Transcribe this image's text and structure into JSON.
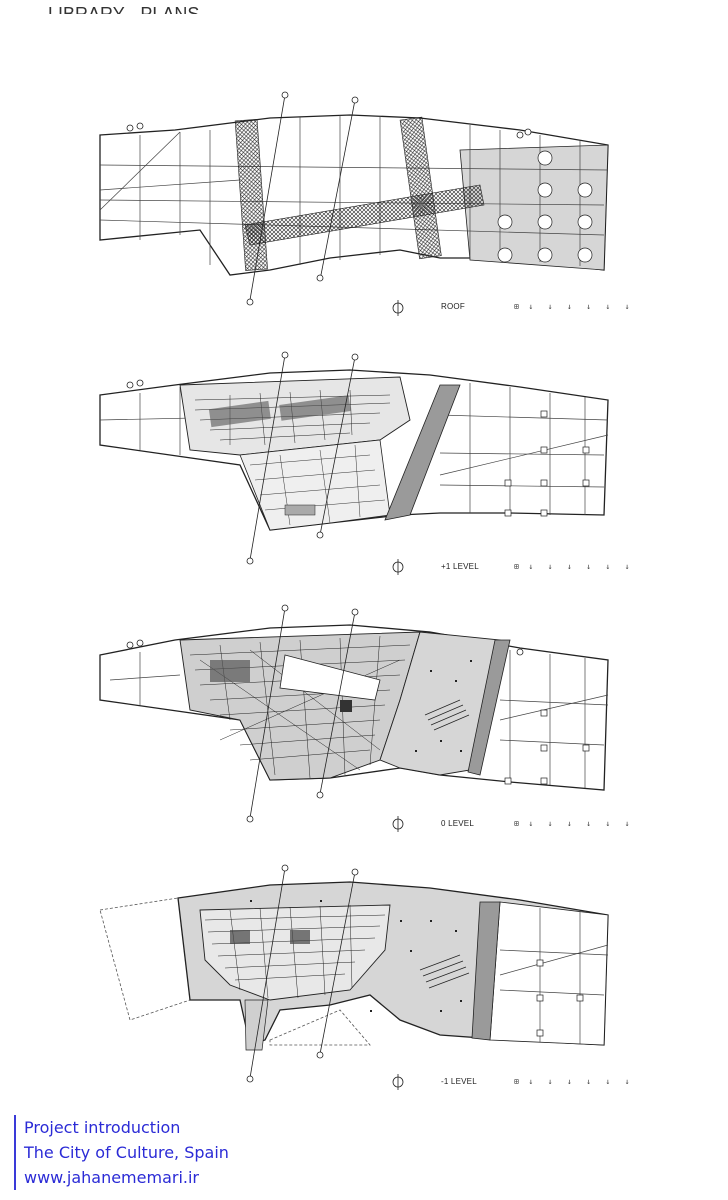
{
  "header": {
    "cut_title": "LIBRARY · PLANS"
  },
  "plans": [
    {
      "label": "ROOF"
    },
    {
      "label": "+1 LEVEL"
    },
    {
      "label": "0 LEVEL"
    },
    {
      "label": "-1 LEVEL"
    }
  ],
  "caption": {
    "line1": "Project introduction",
    "line2": "The City of Culture, Spain",
    "line3": "www.jahanememari.ir"
  },
  "colors": {
    "caption": "#2b2bd6",
    "accent_bar": "#3a3ad8",
    "fill": "#d6d6d6",
    "dark_fill": "#9a9a9a"
  }
}
